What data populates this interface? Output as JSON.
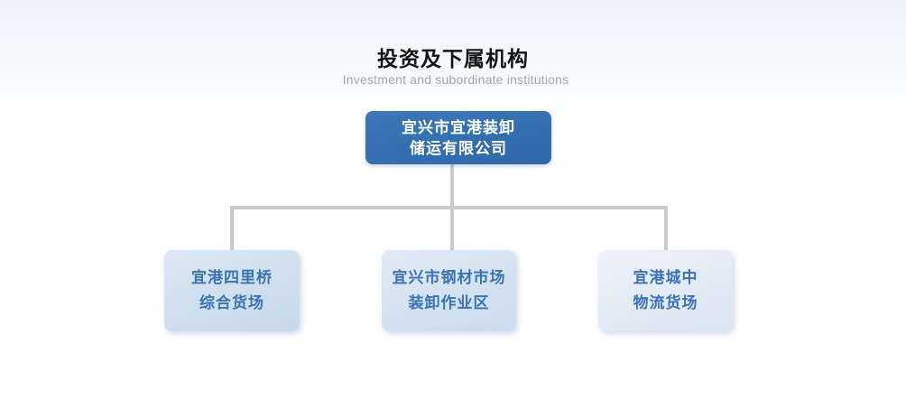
{
  "header": {
    "title": "投资及下属机构",
    "subtitle": "Investment and subordinate institutions"
  },
  "org_chart": {
    "type": "tree",
    "root": {
      "name": "宜兴市宜港装卸储运有限公司",
      "name_lines": [
        "宜兴市宜港装卸",
        "储运有限公司"
      ]
    },
    "children": [
      {
        "name": "宜港四里桥综合货场",
        "name_lines": [
          "宜港四里桥",
          "综合货场"
        ]
      },
      {
        "name": "宜兴市钢材市场装卸作业区",
        "name_lines": [
          "宜兴市钢材市场",
          "装卸作业区"
        ]
      },
      {
        "name": "宜港城中物流货场",
        "name_lines": [
          "宜港城中",
          "物流货场"
        ]
      }
    ]
  },
  "colors": {
    "root_box_bg": "#3570b0",
    "root_box_text": "#ffffff",
    "child_box_bg": "#d3e0ef",
    "child_box_text": "#3a73b5",
    "connector": "#cbcbcb",
    "title_text": "#141414",
    "subtitle_text": "#a5a5a5",
    "page_top_tint": "#edf3f8"
  }
}
